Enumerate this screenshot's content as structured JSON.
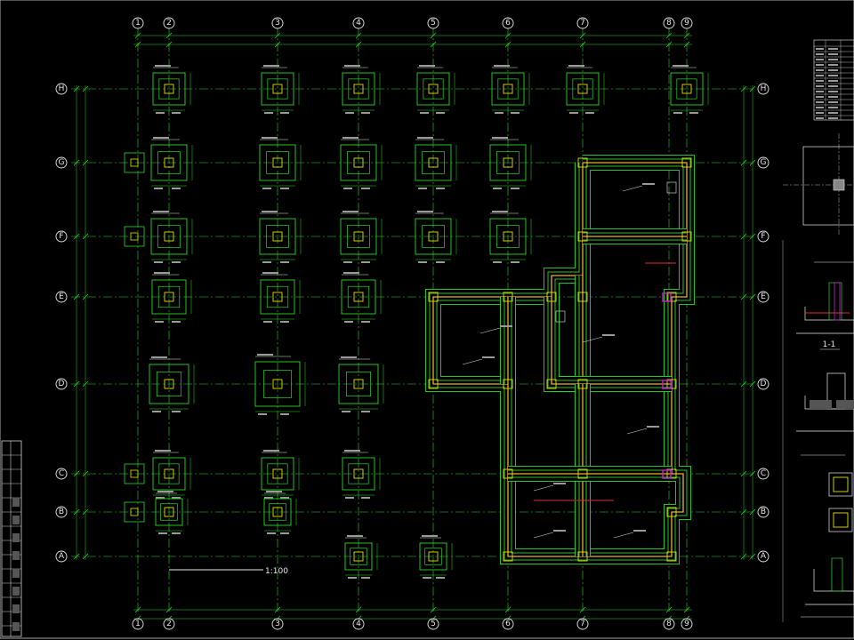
{
  "drawing": {
    "title": "",
    "scale": "1:100",
    "background": "#000000",
    "colors": {
      "grid": "#2bd62b",
      "footing": "#2bd62b",
      "column": "#e8e000",
      "text": "#e8e8e8",
      "beam": "#e8b030",
      "magenta": "#d020d0",
      "red": "#e03030"
    }
  },
  "axes": {
    "columns": [
      "1",
      "2",
      "3",
      "4",
      "5",
      "6",
      "7",
      "8",
      "9"
    ],
    "rows": [
      "H",
      "G",
      "F",
      "E",
      "D",
      "C",
      "B",
      "A"
    ]
  },
  "detail_labels": {
    "section_1": "1-1"
  }
}
